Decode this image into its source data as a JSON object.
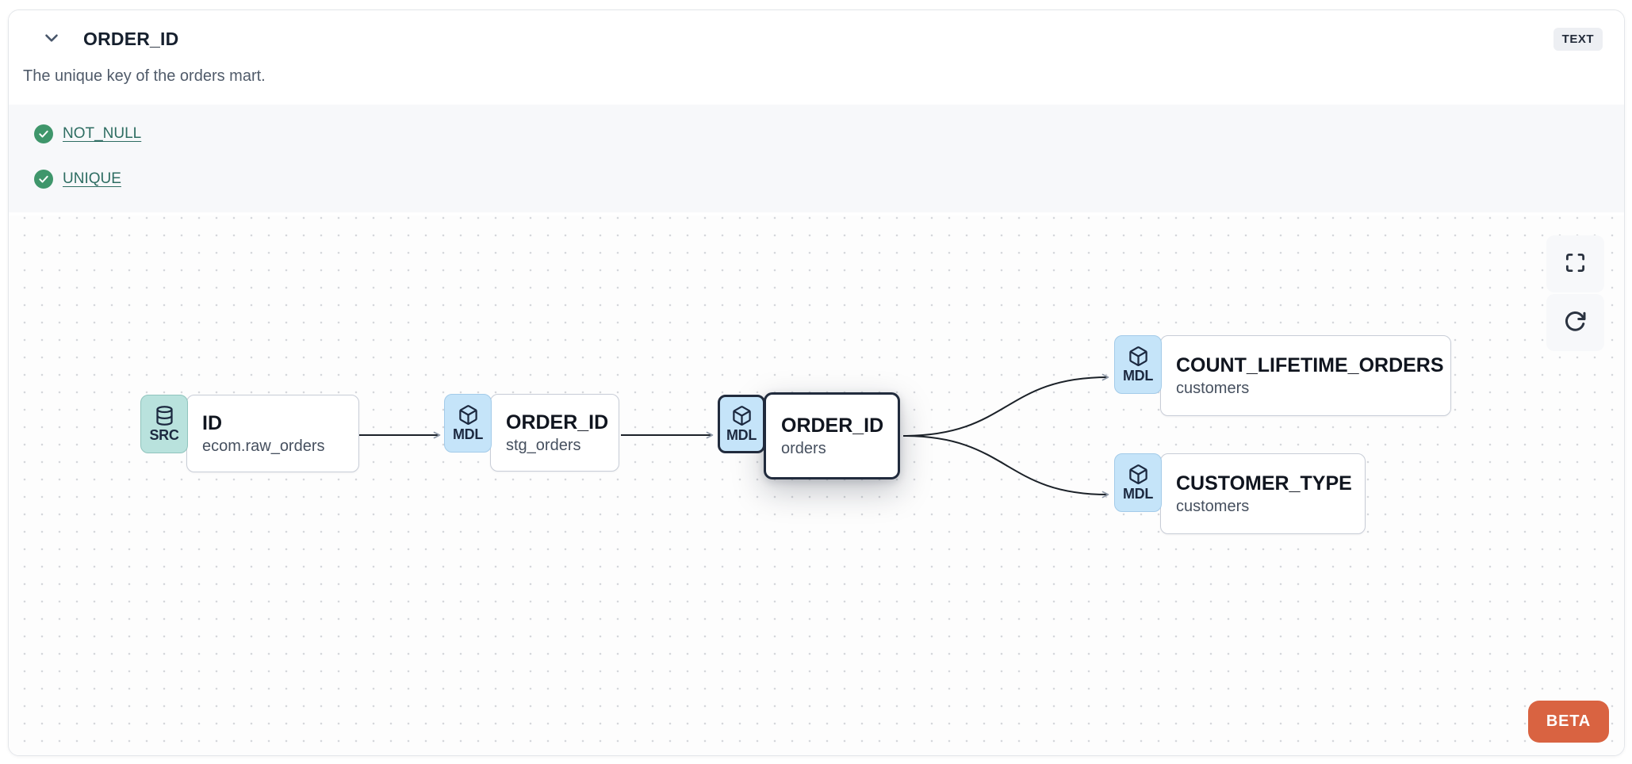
{
  "header": {
    "title": "ORDER_ID",
    "type_badge": "TEXT",
    "description": "The unique key of the orders mart."
  },
  "tests": [
    {
      "name": "NOT_NULL",
      "status": "pass"
    },
    {
      "name": "UNIQUE",
      "status": "pass"
    }
  ],
  "lineage": {
    "nodes": [
      {
        "kind": "SRC",
        "icon": "database-icon",
        "column": "ID",
        "model": "ecom.raw_orders",
        "selected": false
      },
      {
        "kind": "MDL",
        "icon": "cube-icon",
        "column": "ORDER_ID",
        "model": "stg_orders",
        "selected": false
      },
      {
        "kind": "MDL",
        "icon": "cube-icon",
        "column": "ORDER_ID",
        "model": "orders",
        "selected": true
      },
      {
        "kind": "MDL",
        "icon": "cube-icon",
        "column": "COUNT_LIFETIME_ORDERS",
        "model": "customers",
        "selected": false
      },
      {
        "kind": "MDL",
        "icon": "cube-icon",
        "column": "CUSTOMER_TYPE",
        "model": "customers",
        "selected": false
      }
    ],
    "edges": [
      {
        "from": "ID (ecom.raw_orders)",
        "to": "ORDER_ID (stg_orders)"
      },
      {
        "from": "ORDER_ID (stg_orders)",
        "to": "ORDER_ID (orders)"
      },
      {
        "from": "ORDER_ID (orders)",
        "to": "COUNT_LIFETIME_ORDERS (customers)"
      },
      {
        "from": "ORDER_ID (orders)",
        "to": "CUSTOMER_TYPE (customers)"
      }
    ]
  },
  "canvas": {
    "beta_label": "BETA"
  },
  "colors": {
    "beta_orange": "#d96341",
    "check_green": "#3f966b",
    "test_link_teal": "#2e6d62",
    "src_badge": "#b9e2dd",
    "mdl_badge": "#c5e4f9",
    "edge": "#1b2128",
    "selected_border": "#212b3d"
  }
}
